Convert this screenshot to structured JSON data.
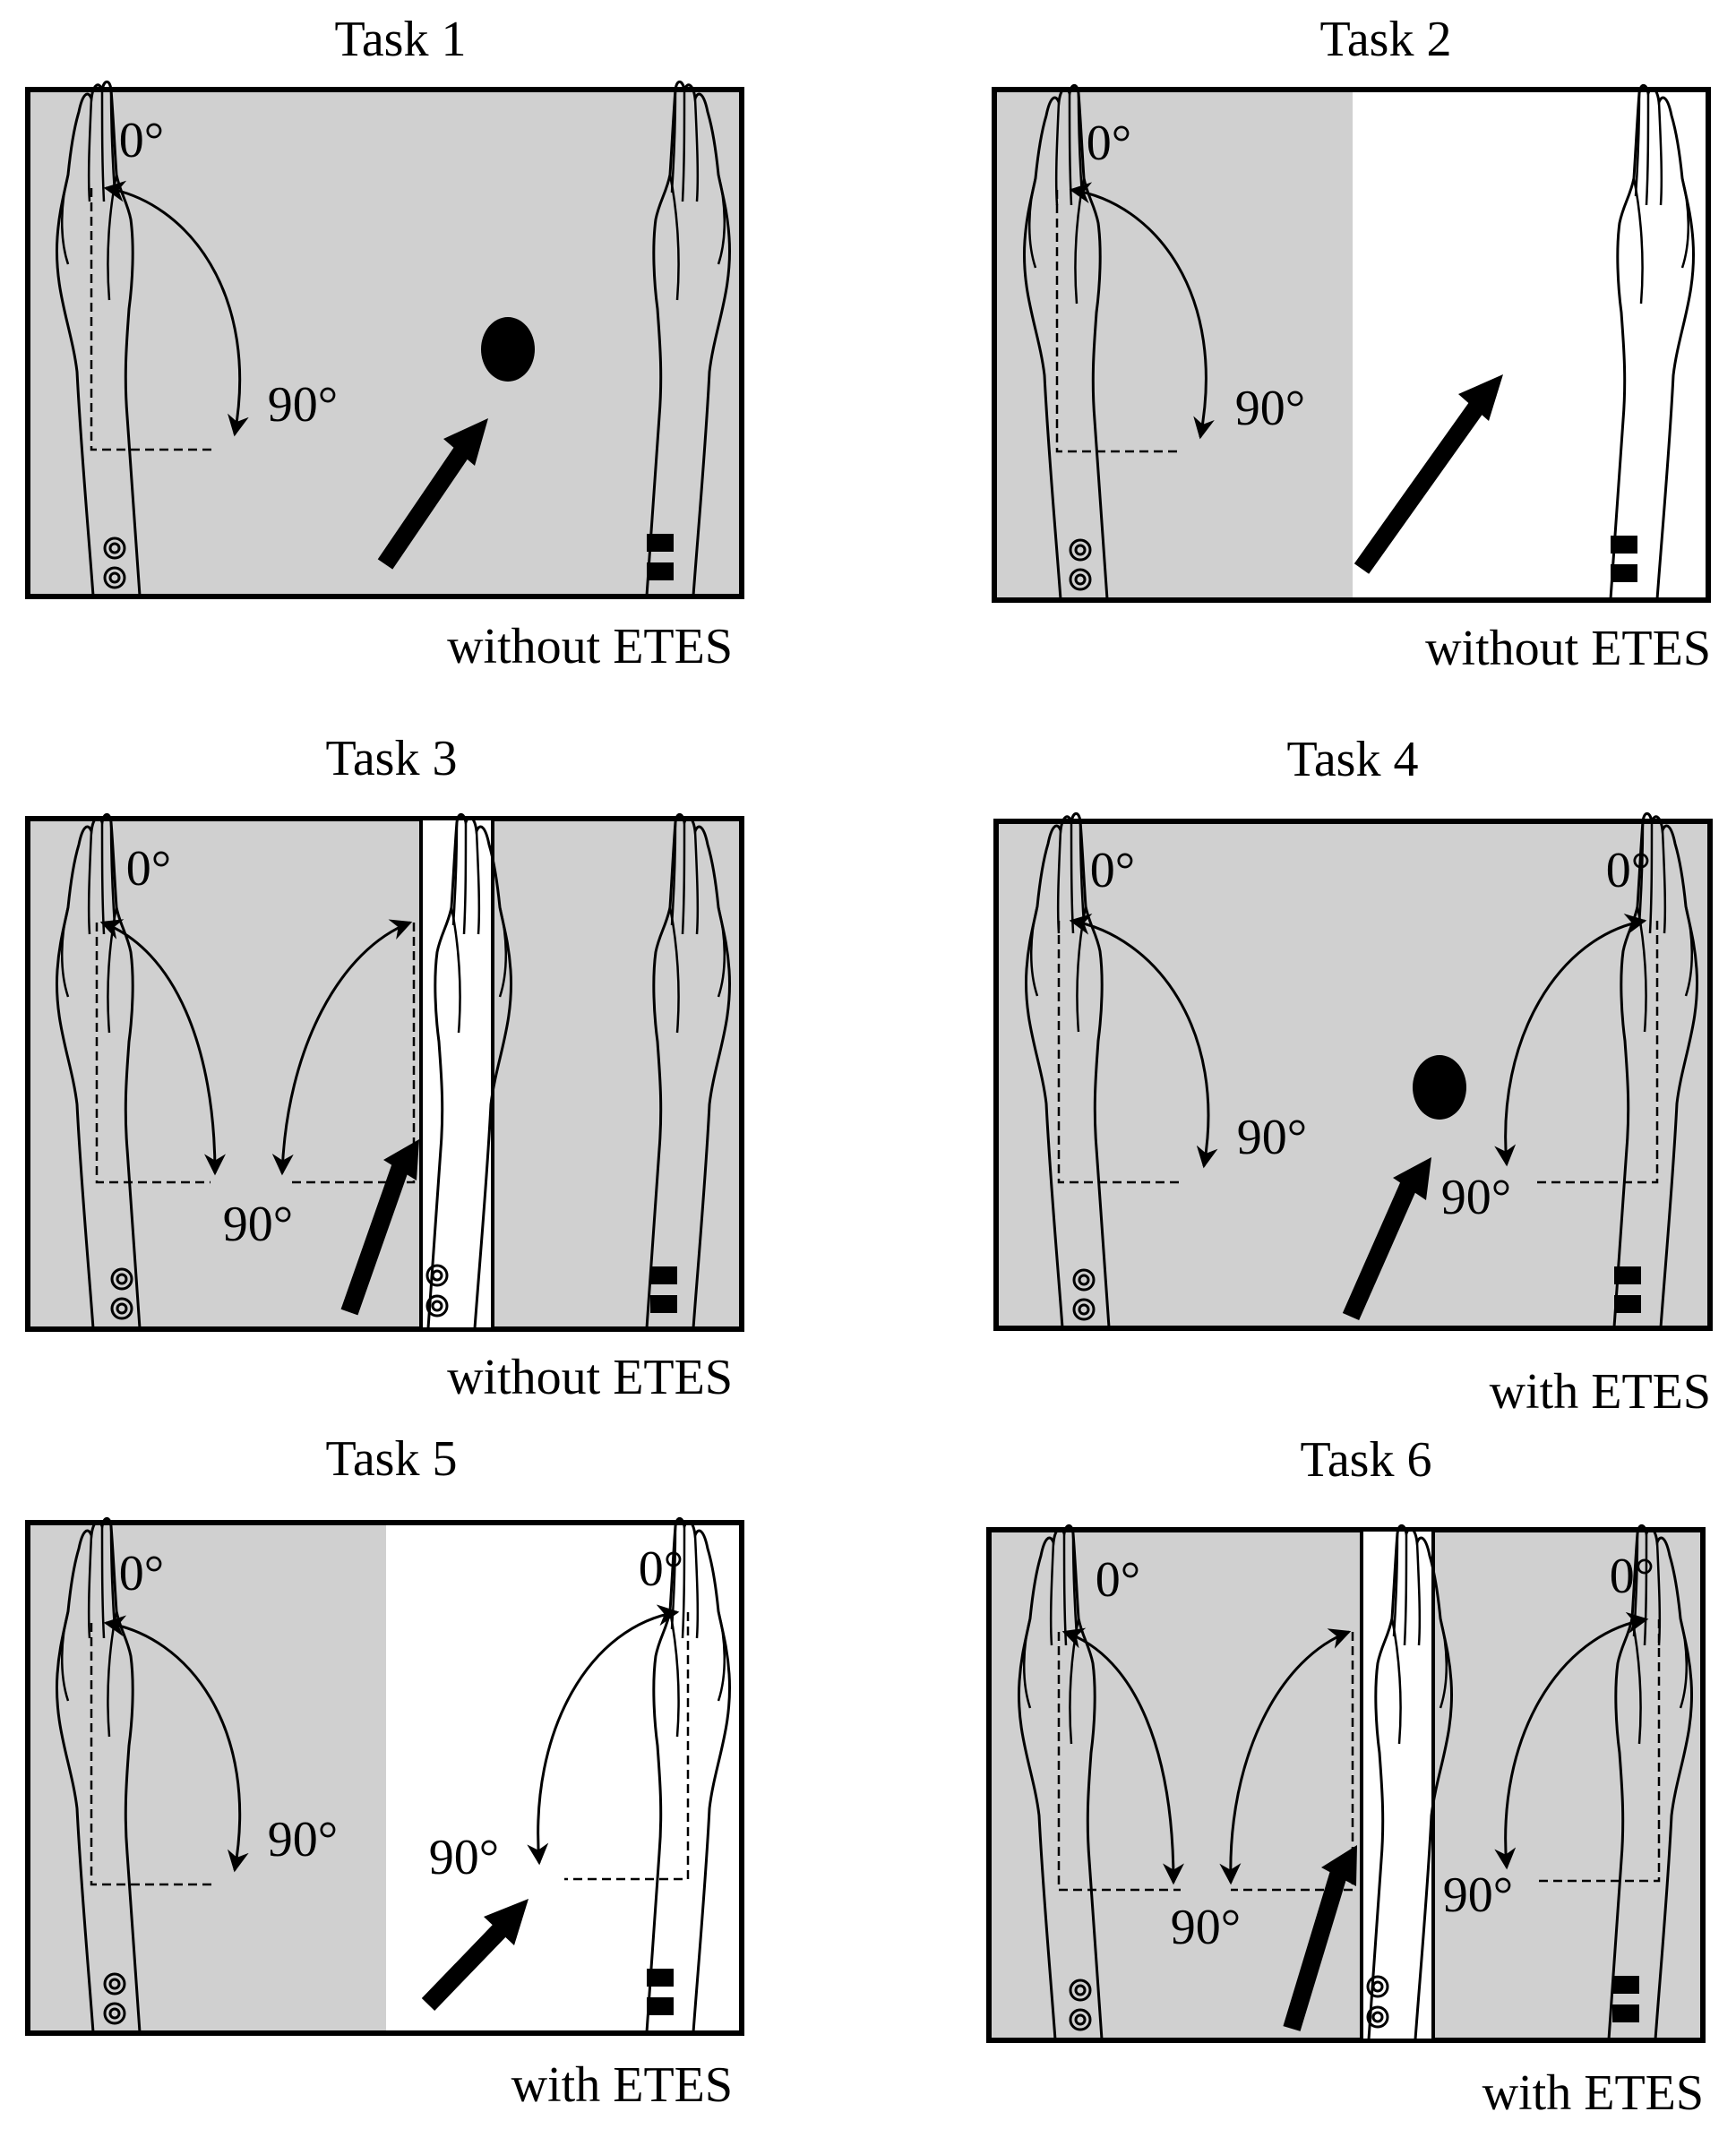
{
  "colors": {
    "shaded": "#d0d0d0",
    "clear": "#ffffff",
    "ink": "#000000"
  },
  "labels": {
    "angle_0": "0°",
    "angle_90": "90°"
  },
  "panels": [
    {
      "title": "Task 1",
      "caption": "without ETES"
    },
    {
      "title": "Task 2",
      "caption": "without ETES"
    },
    {
      "title": "Task 3",
      "caption": "without ETES"
    },
    {
      "title": "Task 4",
      "caption": "with ETES"
    },
    {
      "title": "Task 5",
      "caption": "with ETES"
    },
    {
      "title": "Task 6",
      "caption": "with ETES"
    }
  ]
}
